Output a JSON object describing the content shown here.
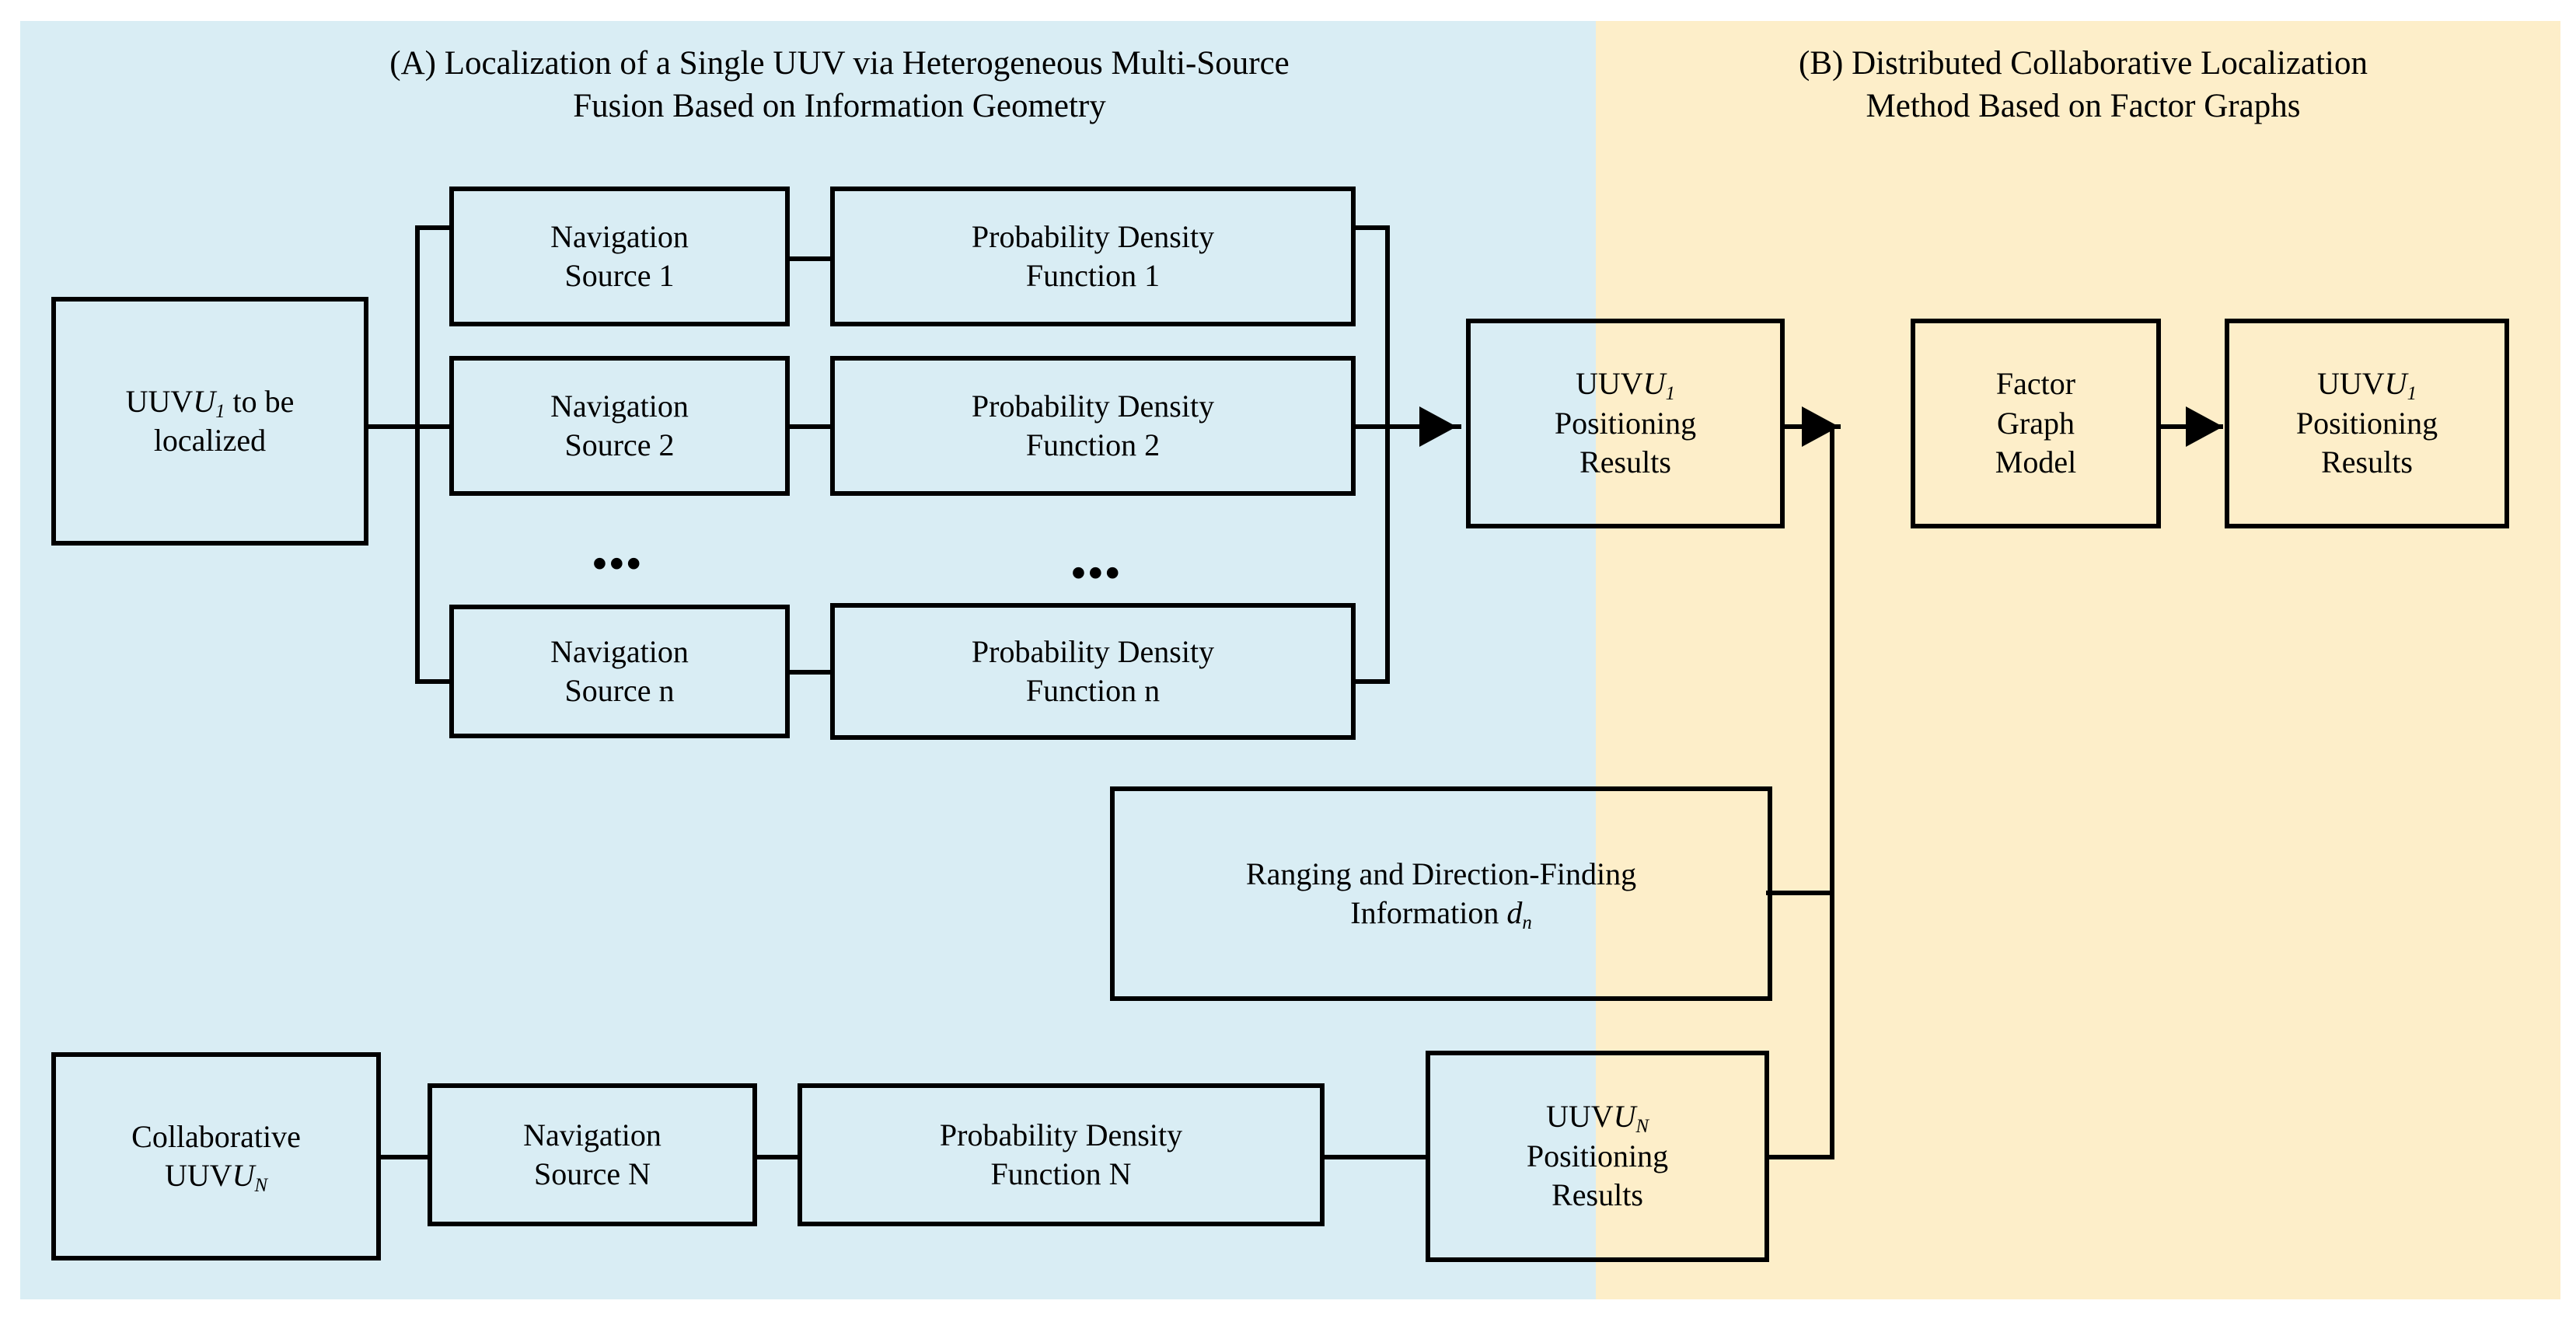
{
  "panels": {
    "a": {
      "title": "(A) Localization of a Single UUV via Heterogeneous Multi-Source\nFusion Based on Information Geometry",
      "bg_color": "#d9edf4"
    },
    "b": {
      "title": "(B) Distributed Collaborative Localization\nMethod Based on Factor Graphs",
      "bg_color": "#fdeec9"
    }
  },
  "colors": {
    "panel_a_bg": "#d9edf4",
    "panel_b_bg": "#fdeec9",
    "stroke": "#000000",
    "page_bg": "#ffffff"
  },
  "boxes": {
    "uuv_target": {
      "line1_pre": "UUV",
      "line1_sym": "U",
      "line1_sub": "1",
      "line1_post": " to be",
      "line2": "localized"
    },
    "nav_source_1": {
      "line1": "Navigation",
      "line2": "Source 1"
    },
    "nav_source_2": {
      "line1": "Navigation",
      "line2": "Source 2"
    },
    "nav_source_n": {
      "line1": "Navigation",
      "line2": "Source n"
    },
    "pdf_1": {
      "line1": "Probability Density",
      "line2": "Function 1"
    },
    "pdf_2": {
      "line1": "Probability Density",
      "line2": "Function 2"
    },
    "pdf_n": {
      "line1": "Probability Density",
      "line2": "Function n"
    },
    "positioning_u1_fused": {
      "line1_pre": "UUV",
      "line1_sym": "U",
      "line1_sub": "1",
      "line2": "Positioning",
      "line3": "Results"
    },
    "factor_graph_model": {
      "line1": "Factor",
      "line2": "Graph",
      "line3": "Model"
    },
    "positioning_u1_final": {
      "line1_pre": "UUV",
      "line1_sym": "U",
      "line1_sub": "1",
      "line2": "Positioning",
      "line3": "Results"
    },
    "ranging_info": {
      "line1": "Ranging and Direction-Finding",
      "line2_pre": "Information ",
      "line2_sym": "d",
      "line2_sub": "n"
    },
    "collaborative_uuv": {
      "line1": "Collaborative",
      "line2_pre": "UUV",
      "line2_sym": "U",
      "line2_sub": "N"
    },
    "nav_source_N": {
      "line1": "Navigation",
      "line2": "Source N"
    },
    "pdf_N": {
      "line1": "Probability Density",
      "line2": "Function N"
    },
    "positioning_uN": {
      "line1_pre": "UUV",
      "line1_sym": "U",
      "line1_sub": "N",
      "line2": "Positioning",
      "line3": "Results"
    }
  },
  "ellipsis": {
    "nav_column": "•••",
    "pdf_column": "•••"
  }
}
